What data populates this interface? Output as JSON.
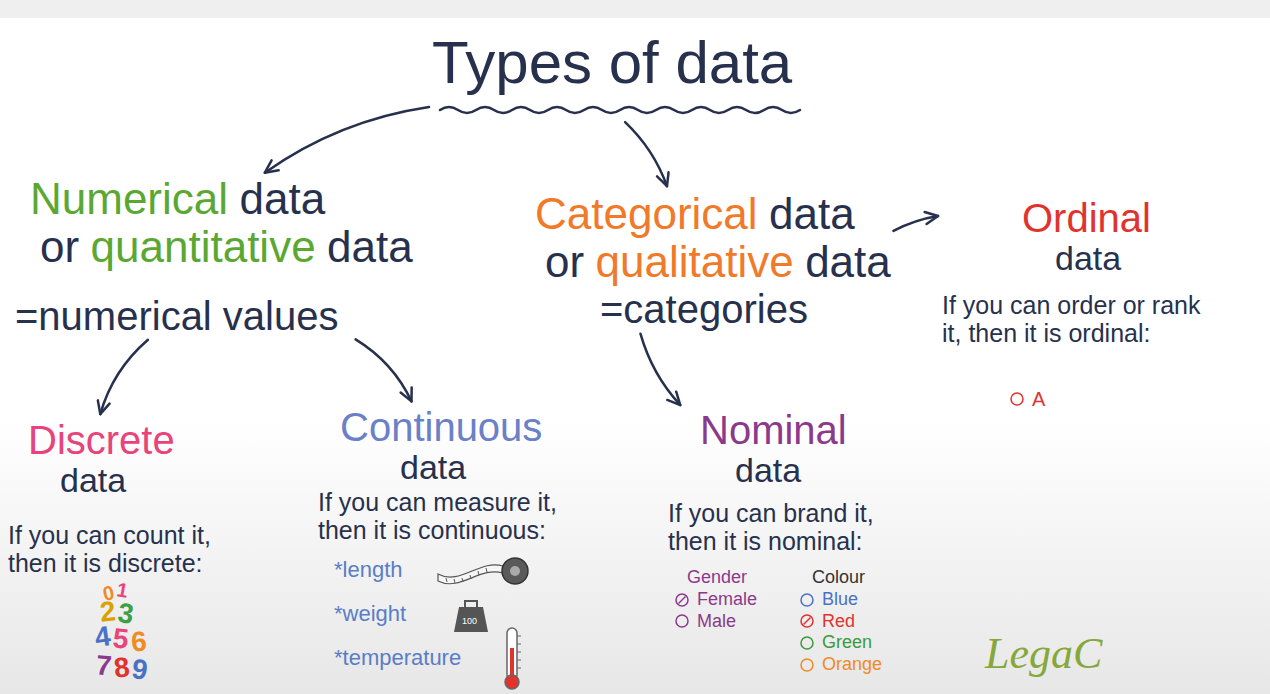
{
  "diagram": {
    "nodes": [
      {
        "text": [
          "Types of data"
        ]
      },
      {
        "text": [
          "Numerical",
          "data",
          "or",
          "quantitative",
          "data",
          "=numerical values"
        ]
      },
      {
        "text": [
          "Categorical",
          "data",
          "or",
          "qualitative",
          "data",
          "=categories"
        ]
      },
      {
        "text": [
          "Discrete",
          "data",
          "If you can count it, then it is discrete:"
        ]
      },
      {
        "text": [
          "Continuous",
          "data",
          "If you can measure it, then it is continuous:",
          "*length",
          "*weight",
          "*temperature"
        ]
      },
      {
        "text": [
          "Nominal",
          "data",
          "If you can brand it, then it is nominal:",
          "Gender",
          "Colour",
          "Female",
          "Blue",
          "Male",
          "Red",
          "Green",
          "Orange"
        ]
      },
      {
        "text": [
          "Ordinal",
          "data",
          "If you can order or rank it, then it is ordinal:",
          "A"
        ]
      }
    ],
    "edges": [
      {
        "from": 0,
        "to": 1,
        "arrow": "to"
      },
      {
        "from": 0,
        "to": 2,
        "arrow": "to"
      },
      {
        "from": 1,
        "to": 3,
        "arrow": "to"
      },
      {
        "from": 1,
        "to": 4,
        "arrow": "to"
      },
      {
        "from": 2,
        "to": 5,
        "arrow": "to"
      },
      {
        "from": 2,
        "to": 6,
        "arrow": "to"
      }
    ],
    "labels": [
      "0",
      "1",
      "2",
      "3",
      "4",
      "5",
      "6",
      "7",
      "8",
      "9",
      "100",
      "LegaC"
    ]
  }
}
